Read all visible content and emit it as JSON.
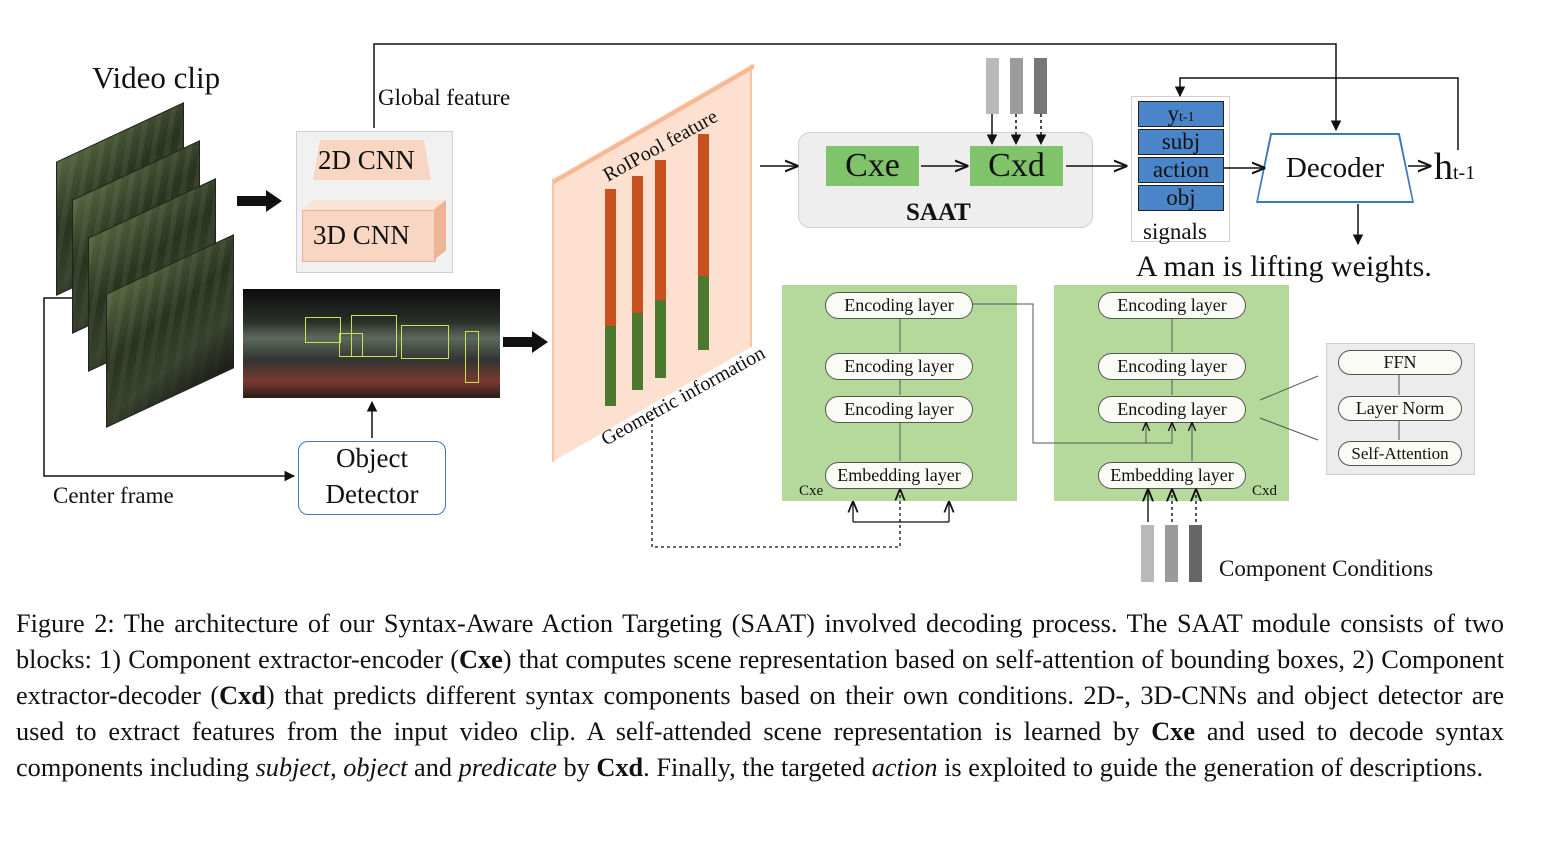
{
  "figure": {
    "video_clip_label": "Video clip",
    "global_feature_label": "Global feature",
    "cnn_2d_label": "2D CNN",
    "cnn_3d_label": "3D CNN",
    "center_frame_label": "Center frame",
    "object_detector_line1": "Object",
    "object_detector_line2": "Detector",
    "roipool_label": "RoIPool feature",
    "geometric_label": "Geometric information",
    "saat": {
      "title": "SAAT",
      "cxe_label": "Cxe",
      "cxd_label": "Cxd"
    },
    "signals": {
      "items": [
        "y",
        "subj",
        "action",
        "obj"
      ],
      "y_subscript": "t-1",
      "label": "signals"
    },
    "decoder_label": "Decoder",
    "hidden_label": "h",
    "hidden_subscript": "t-1",
    "output_sentence": "A man is lifting weights.",
    "cxe_block": {
      "layers": [
        "Encoding layer",
        "Encoding layer",
        "Encoding layer",
        "Embedding layer"
      ],
      "tag": "Cxe"
    },
    "cxd_block": {
      "layers": [
        "Encoding layer",
        "Encoding layer",
        "Encoding layer",
        "Embedding layer"
      ],
      "tag": "Cxd"
    },
    "encoder_detail": [
      "FFN",
      "Layer Norm",
      "Self-Attention"
    ],
    "component_conditions_label": "Component Conditions",
    "colors": {
      "cnn_fill": "#f9d6c3",
      "roipool_fill": "#fde0cf",
      "bar_top": "#c8501c",
      "bar_bottom": "#4b7a2e",
      "block_green": "#b5d99b",
      "box_green": "#7fc36a",
      "signal_blue": "#4a85c9",
      "detector_border": "#3a78c2"
    }
  },
  "caption": {
    "seg1": "Figure 2: The architecture of our Syntax-Aware Action Targeting (SAAT) involved decoding process. The SAAT module consists of two blocks: 1) Component extractor-encoder (",
    "b1": "Cxe",
    "seg2": ") that computes scene representation based on self-attention of bounding boxes, 2) Component extractor-decoder (",
    "b2": "Cxd",
    "seg3": ") that predicts different syntax components based on their own conditions. 2D-, 3D-CNNs and object detector are used to extract features from the input video clip. A self-attended scene representation is learned by ",
    "b3": "Cxe",
    "seg4": " and used to decode syntax components including ",
    "i1": "subject",
    "seg5": ", ",
    "i2": "object",
    "seg6": " and ",
    "i3": "predicate",
    "seg7": " by ",
    "b4": "Cxd",
    "seg8": ". Finally, the targeted ",
    "i4": "action",
    "seg9": " is exploited to guide the generation of descriptions."
  }
}
